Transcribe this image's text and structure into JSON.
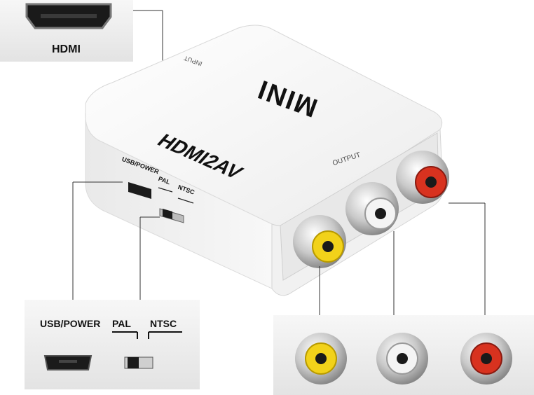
{
  "hdmi_inset": {
    "label": "HDMI"
  },
  "device": {
    "top_brand": "MINI",
    "model": "HDMI2AV",
    "input_label": "INPUT",
    "output_label": "OUTPUT",
    "usb_label": "USB/POWER",
    "pal_label": "PAL",
    "ntsc_label": "NTSC"
  },
  "bottom_left_inset": {
    "usb_label": "USB/POWER",
    "pal_label": "PAL",
    "ntsc_label": "NTSC"
  },
  "colors": {
    "rca_yellow": "#f2d21a",
    "rca_white": "#f4f4f4",
    "rca_red": "#d8321f",
    "device_body": "#f3f3f3",
    "inset_bg": "#ececec"
  },
  "rca_jacks": [
    "yellow",
    "white",
    "red"
  ]
}
